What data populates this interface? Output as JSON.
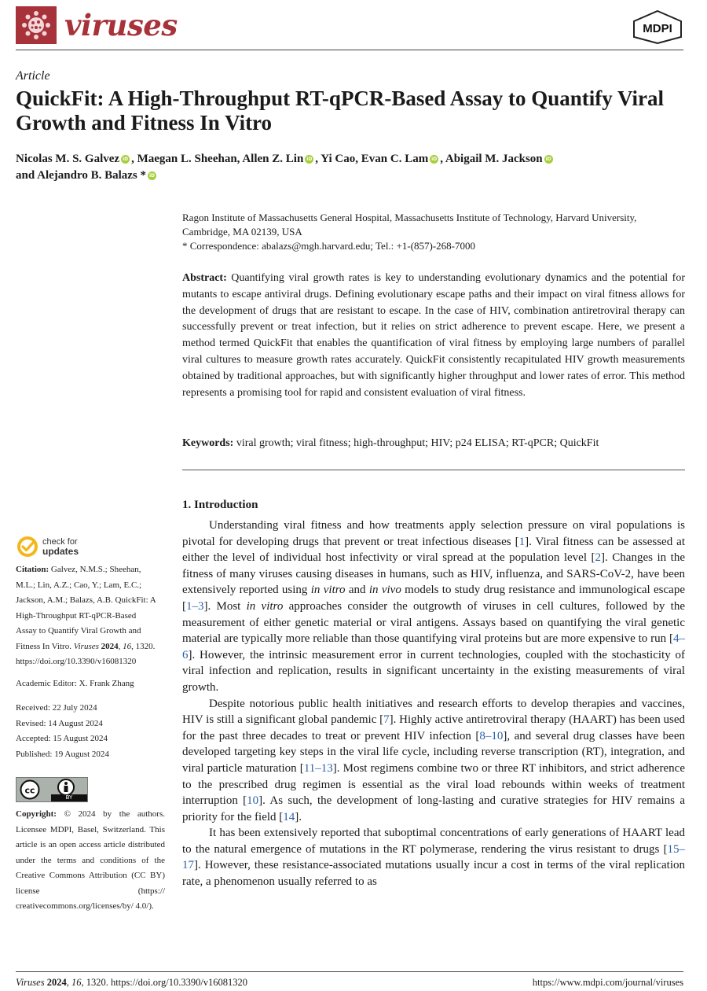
{
  "header": {
    "journal": "viruses",
    "publisher": "MDPI"
  },
  "article_type": "Article",
  "title": "QuickFit: A High-Throughput RT-qPCR-Based Assay to Quantify Viral Growth and Fitness In Vitro",
  "authors": {
    "a1": "Nicolas M. S. Galvez",
    "a2": ", Maegan L. Sheehan, Allen Z. Lin",
    "a3": ", Yi Cao, Evan C. Lam",
    "a4": ", Abigail M. Jackson",
    "a5": "and Alejandro B. Balazs *"
  },
  "affiliation": "Ragon Institute of Massachusetts General Hospital, Massachusetts Institute of Technology, Harvard University, Cambridge, MA 02139, USA",
  "correspondence": "*   Correspondence: abalazs@mgh.harvard.edu; Tel.: +1-(857)-268-7000",
  "abstract": {
    "label": "Abstract:",
    "text": "Quantifying viral growth rates is key to understanding evolutionary dynamics and the potential for mutants to escape antiviral drugs. Defining evolutionary escape paths and their impact on viral fitness allows for the development of drugs that are resistant to escape. In the case of HIV, combination antiretroviral therapy can successfully prevent or treat infection, but it relies on strict adherence to prevent escape. Here, we present a method termed QuickFit that enables the quantification of viral fitness by employing large numbers of parallel viral cultures to measure growth rates accurately. QuickFit consistently recapitulated HIV growth measurements obtained by traditional approaches, but with significantly higher throughput and lower rates of error. This method represents a promising tool for rapid and consistent evaluation of viral fitness."
  },
  "keywords": {
    "label": "Keywords:",
    "text": "viral growth; viral fitness; high-throughput; HIV; p24 ELISA; RT-qPCR; QuickFit"
  },
  "section": {
    "heading": "1. Introduction",
    "p1": {
      "s1": "Understanding viral fitness and how treatments apply selection pressure on viral populations is pivotal for developing drugs that prevent or treat infectious diseases [",
      "c1": "1",
      "s2": "]. Viral fitness can be assessed at either the level of individual host infectivity or viral spread at the population level [",
      "c2": "2",
      "s3": "]. Changes in the fitness of many viruses causing diseases in humans, such as HIV, influenza, and SARS-CoV-2, have been extensively reported using ",
      "i1": "in vitro",
      "s4": " and ",
      "i2": "in vivo",
      "s5": " models to study drug resistance and immunological escape [",
      "c3": "1–3",
      "s6": "]. Most ",
      "i3": "in vitro",
      "s7": " approaches consider the outgrowth of viruses in cell cultures, followed by the measurement of either genetic material or viral antigens. Assays based on quantifying the viral genetic material are typically more reliable than those quantifying viral proteins but are more expensive to run [",
      "c4": "4–6",
      "s8": "]. However, the intrinsic measurement error in current technologies, coupled with the stochasticity of viral infection and replication, results in significant uncertainty in the existing measurements of viral growth."
    },
    "p2": {
      "s1": "Despite notorious public health initiatives and research efforts to develop therapies and vaccines, HIV is still a significant global pandemic [",
      "c1": "7",
      "s2": "]. Highly active antiretroviral therapy (HAART) has been used for the past three decades to treat or prevent HIV infection [",
      "c2": "8–10",
      "s3": "], and several drug classes have been developed targeting key steps in the viral life cycle, including reverse transcription (RT), integration, and viral particle maturation [",
      "c3": "11–13",
      "s4": "]. Most regimens combine two or three RT inhibitors, and strict adherence to the prescribed drug regimen is essential as the viral load rebounds within weeks of treatment interruption [",
      "c4": "10",
      "s5": "]. As such, the development of long-lasting and curative strategies for HIV remains a priority for the field [",
      "c5": "14",
      "s6": "]."
    },
    "p3": {
      "s1": "It has been extensively reported that suboptimal concentrations of early generations of HAART lead to the natural emergence of mutations in the RT polymerase, rendering the virus resistant to drugs [",
      "c1": "15–17",
      "s2": "]. However, these resistance-associated mutations usually incur a cost in terms of the viral replication rate, a phenomenon usually referred to as"
    }
  },
  "sidebar": {
    "check_line1": "check for",
    "check_line2": "updates",
    "citation_label": "Citation:",
    "citation_text": " Galvez, N.M.S.; Sheehan, M.L.; Lin, A.Z.; Cao, Y.; Lam, E.C.; Jackson, A.M.; Balazs, A.B. QuickFit: A High-Throughput RT-qPCR-Based Assay to Quantify Viral Growth and Fitness In Vitro. ",
    "citation_journal": "Viruses",
    "citation_year": " 2024",
    "citation_vol": ", 16",
    "citation_end": ", 1320. https://doi.org/10.3390/v16081320",
    "editor": "Academic Editor: X. Frank Zhang",
    "received": "Received: 22 July 2024",
    "revised": "Revised: 14 August 2024",
    "accepted": "Accepted: 15 August 2024",
    "published": "Published: 19 August 2024",
    "cc_by": "BY",
    "copyright_label": "Copyright:",
    "copyright_text": " © 2024 by the authors. Licensee MDPI, Basel, Switzerland. This article is an open access article distributed under the terms and conditions of the Creative Commons Attribution (CC BY) license (https:// creativecommons.org/licenses/by/ 4.0/)."
  },
  "footer": {
    "journal": "Viruses",
    "year": " 2024",
    "rest_a": ", ",
    "volume": "16",
    "rest_b": ", 1320. https://doi.org/10.3390/v16081320",
    "url": "https://www.mdpi.com/journal/viruses"
  },
  "colors": {
    "brand": "#a7323a",
    "link": "#2a5fa8",
    "orcid": "#a6ce39"
  }
}
